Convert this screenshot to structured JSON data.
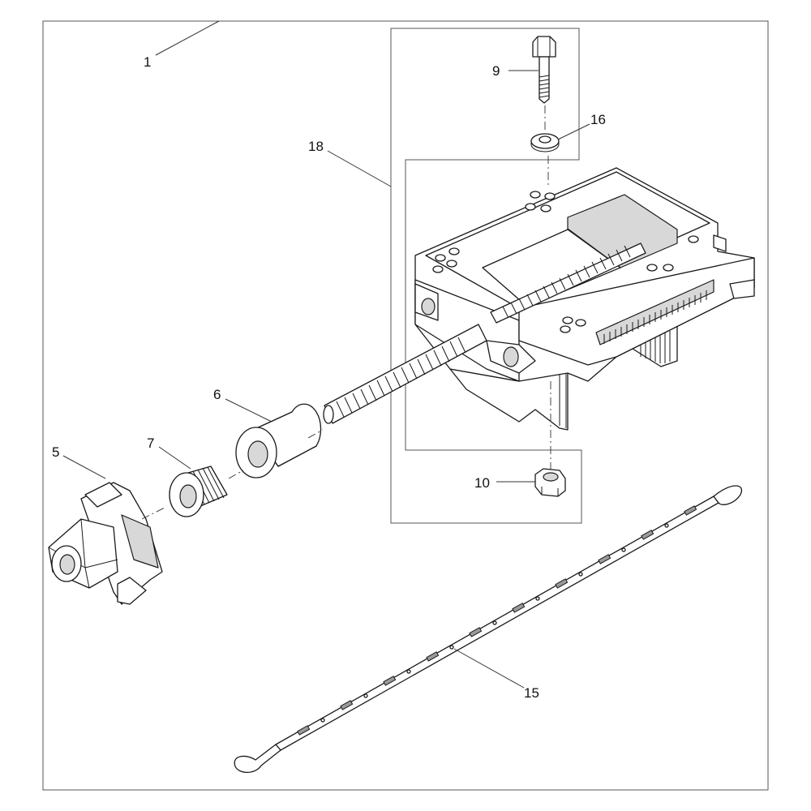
{
  "callouts": {
    "c1": "1",
    "c5": "5",
    "c6": "6",
    "c7": "7",
    "c9": "9",
    "c10": "10",
    "c15": "15",
    "c16": "16",
    "c18": "18"
  }
}
